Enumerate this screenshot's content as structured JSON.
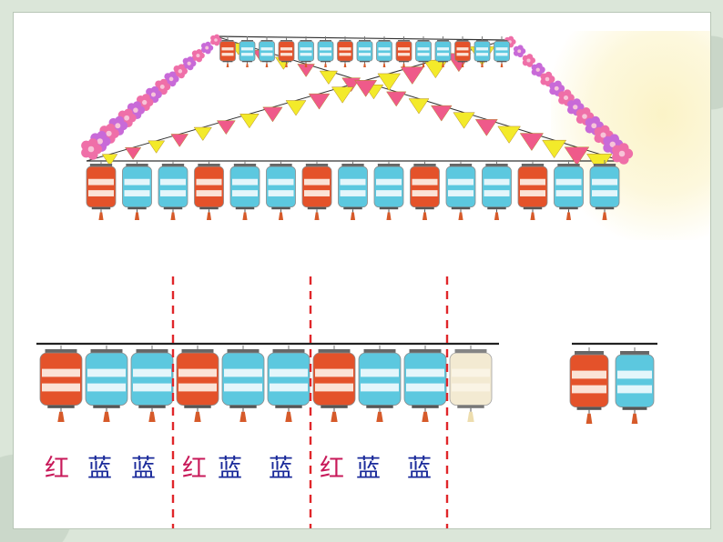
{
  "colors": {
    "red_lantern": "#e4522a",
    "blue_lantern": "#5cc8df",
    "red_label": "#c81a5a",
    "blue_label": "#1a2a9a",
    "divider": "#e0262a",
    "flag_yellow": "#f3ea2a",
    "flag_pink": "#ef5a8a",
    "flower_pink": "#ef6fa8",
    "flower_violet": "#c86ad8"
  },
  "pattern": {
    "labels": [
      "红",
      "蓝",
      "蓝",
      "红",
      "蓝",
      "蓝",
      "红",
      "蓝",
      "蓝"
    ],
    "sequence": [
      "red",
      "blue",
      "blue",
      "red",
      "blue",
      "blue",
      "red",
      "blue",
      "blue",
      "faded"
    ],
    "group_count": 3,
    "group_size": 3
  },
  "answer_choices": [
    "red",
    "blue"
  ],
  "scene": {
    "front_row": [
      "red",
      "blue",
      "blue",
      "red",
      "blue",
      "blue",
      "red",
      "blue",
      "blue",
      "red",
      "blue",
      "blue",
      "red",
      "blue",
      "blue"
    ],
    "back_row": [
      "red",
      "blue",
      "blue",
      "red",
      "blue",
      "blue",
      "red",
      "blue",
      "blue",
      "red",
      "blue",
      "blue",
      "red",
      "blue",
      "blue"
    ]
  }
}
